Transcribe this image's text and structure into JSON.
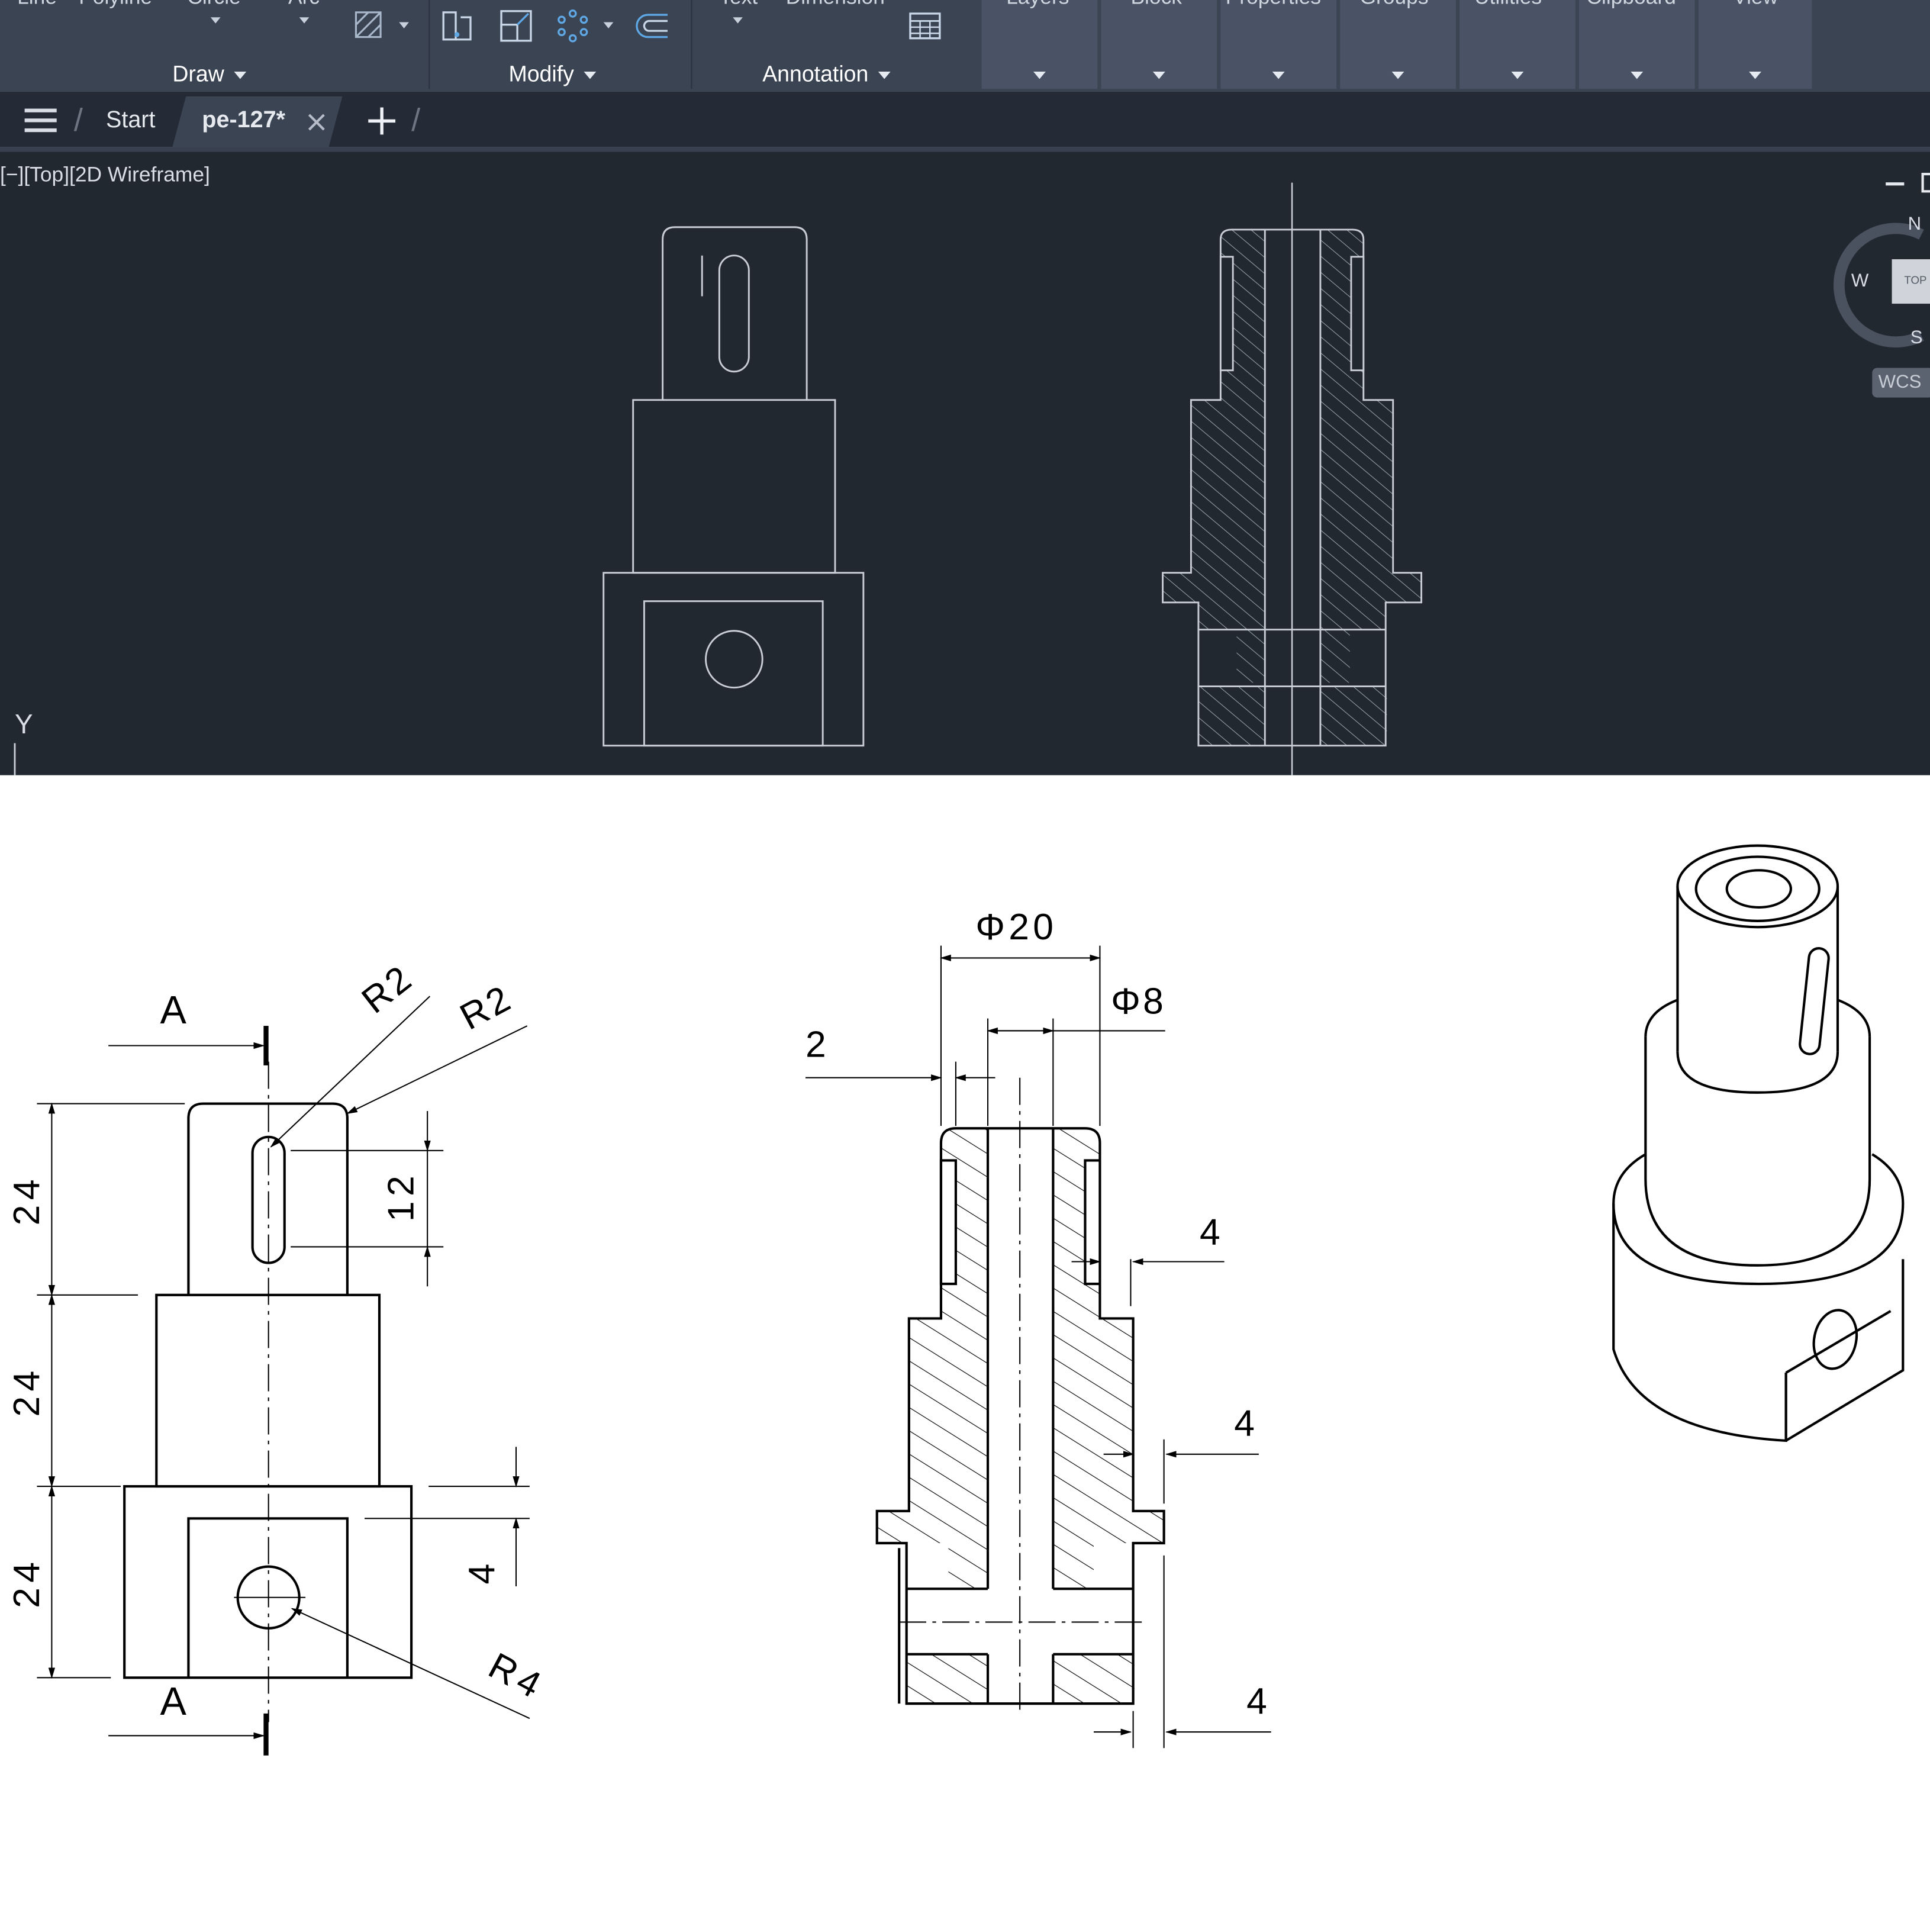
{
  "ribbon": {
    "draw_tools": [
      "Line",
      "Polyline",
      "Circle",
      "Arc"
    ],
    "annotation_tools": [
      "Text",
      "Dimension"
    ],
    "panels": {
      "draw": "Draw",
      "modify": "Modify",
      "annotation": "Annotation"
    },
    "dropdown_panels": [
      "Layers",
      "Block",
      "Properties",
      "Groups",
      "Utilities",
      "Clipboard",
      "View"
    ]
  },
  "tabs": {
    "start": "Start",
    "active": "pe-127*"
  },
  "viewport": {
    "label": "[−][Top][2D Wireframe]",
    "ucs_axis": "Y",
    "viewcube": {
      "north": "N",
      "west": "W",
      "south": "S",
      "face": "TOP",
      "wcs": "WCS"
    }
  },
  "drawing": {
    "section_marker": "A",
    "dims_front": {
      "top_height": "24",
      "middle_height": "24",
      "bottom_height": "24",
      "slot_length": "12",
      "offset": "4",
      "radius_slot": "R2",
      "radius_top": "R2",
      "radius_hole": "R4"
    },
    "dims_section": {
      "outer_dia": "Φ20",
      "bore_dia": "Φ8",
      "wall": "2",
      "step_upper": "4",
      "step_middle": "4",
      "step_lower": "4"
    }
  }
}
